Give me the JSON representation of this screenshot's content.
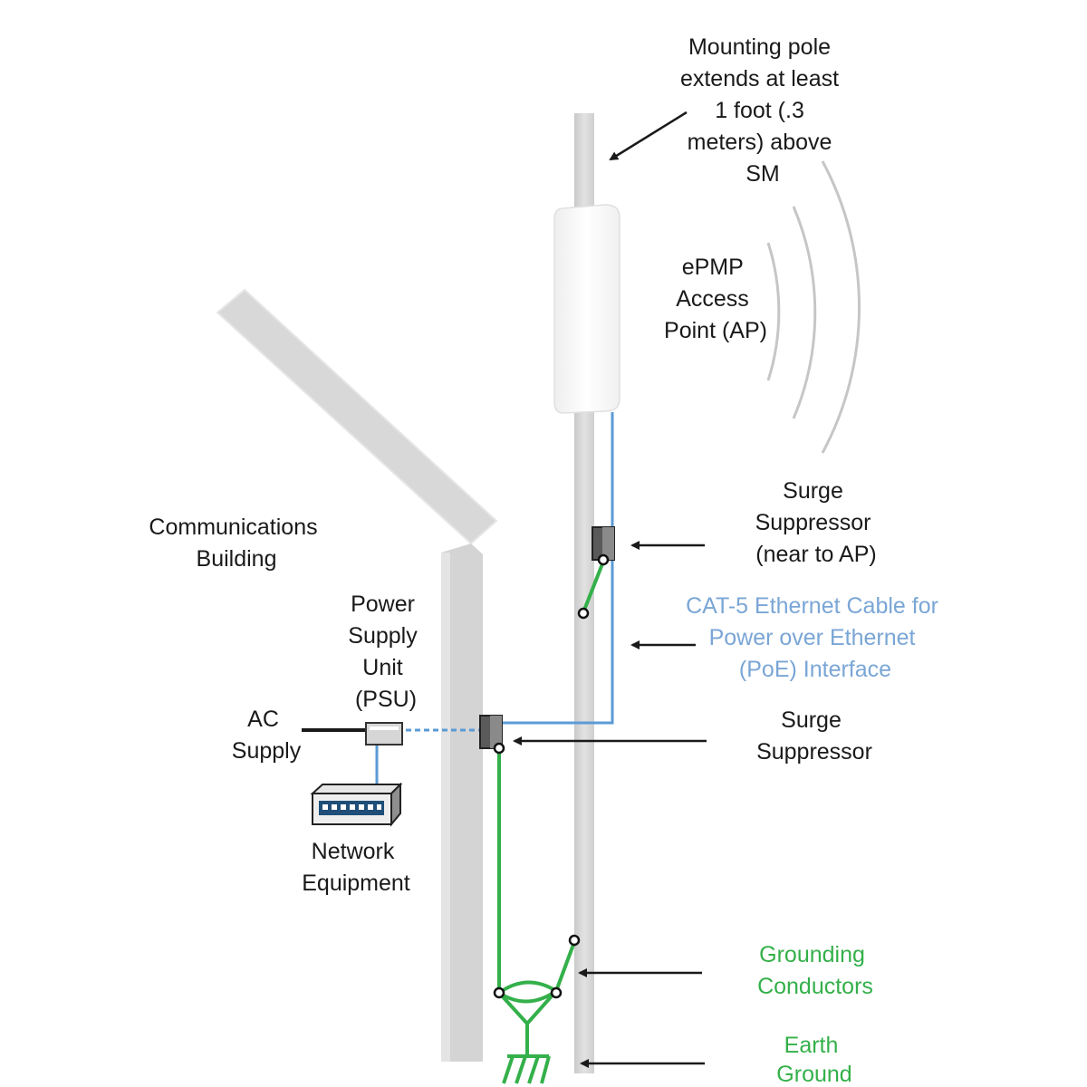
{
  "labels": {
    "mounting_pole": [
      "Mounting pole",
      "extends at least",
      "1 foot (.3",
      "meters) above",
      "SM"
    ],
    "access_point": [
      "ePMP",
      "Access",
      "Point (AP)"
    ],
    "surge_suppressor_ap": [
      "Surge",
      "Suppressor",
      "(near to AP)"
    ],
    "cat5_cable": [
      "CAT-5 Ethernet Cable for",
      "Power over Ethernet",
      "(PoE) Interface"
    ],
    "surge_suppressor": [
      "Surge",
      "Suppressor"
    ],
    "communications_building": [
      "Communications",
      "Building"
    ],
    "psu": [
      "Power",
      "Supply",
      "Unit",
      "(PSU)"
    ],
    "ac_supply": [
      "AC",
      "Supply"
    ],
    "network_equipment": [
      "Network",
      "Equipment"
    ],
    "grounding_conductors": [
      "Grounding",
      "Conductors"
    ],
    "earth_ground": [
      "Earth",
      "Ground"
    ]
  },
  "colors": {
    "cable": "#5b9bd5",
    "ground": "#34b04a",
    "cable_label": "#7aa6d6",
    "ground_label": "#34b04a",
    "structure": "#d9d9d9",
    "text": "#1a1a1a"
  }
}
